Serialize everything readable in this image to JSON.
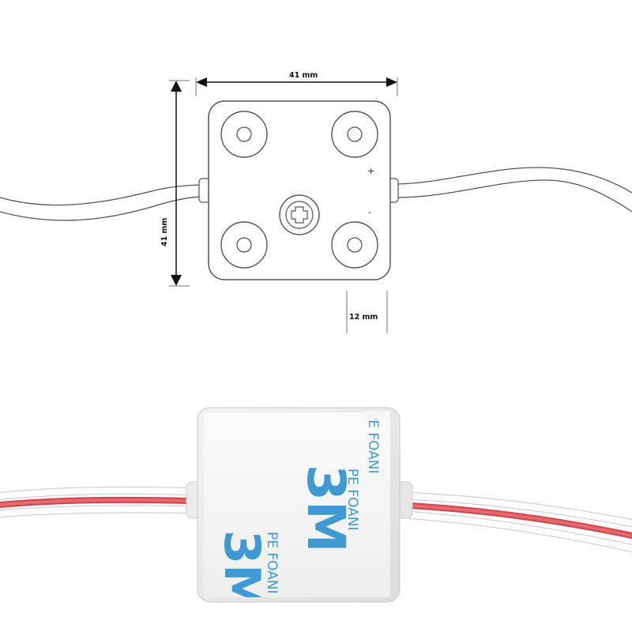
{
  "diagram": {
    "width_label": "41 mm",
    "height_label": "41 mm",
    "depth_label": "12 mm",
    "polarity_plus": "+",
    "polarity_minus": "-"
  },
  "photo": {
    "brand_mark": "3M",
    "liner_text": "PE FOANI"
  },
  "colors": {
    "liner_print": "#3f9ad3",
    "wire_red": "#d2454c",
    "outline": "#6b6b6b"
  }
}
